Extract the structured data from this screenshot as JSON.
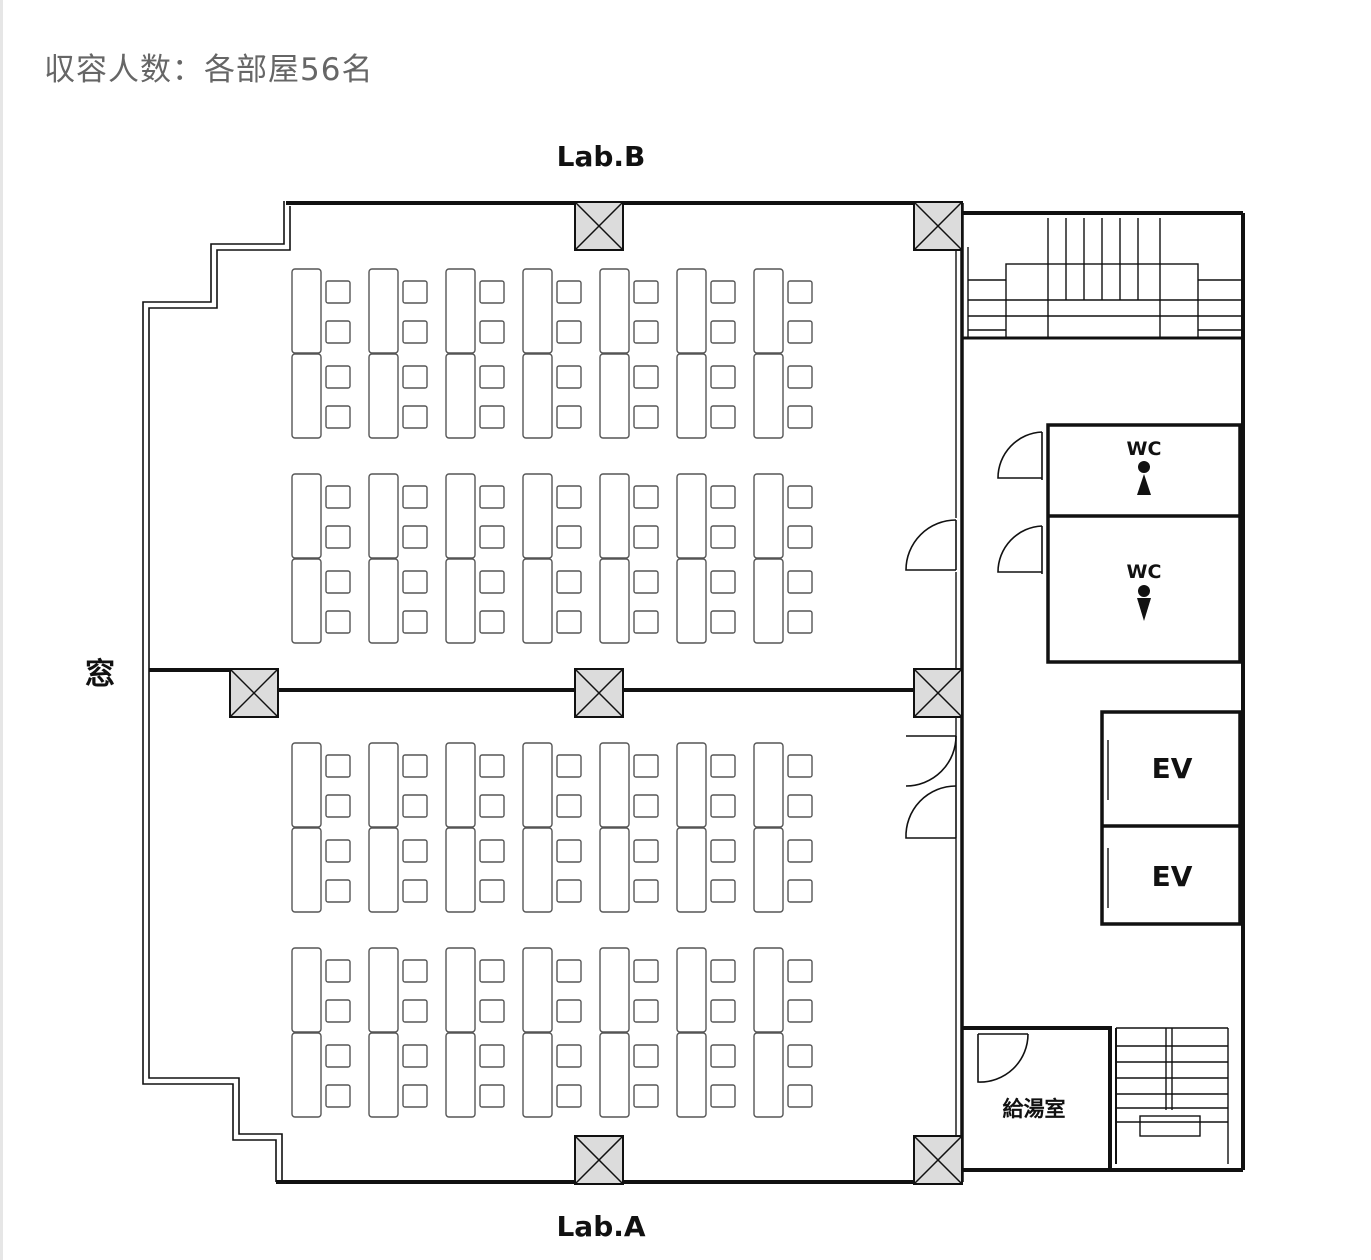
{
  "header": {
    "capacity_text": "収容人数：各部屋56名"
  },
  "labels": {
    "lab_b": "Lab.B",
    "lab_a": "Lab.A",
    "window": "窓",
    "wc_1": "WC",
    "wc_2": "WC",
    "ev_1": "EV",
    "ev_2": "EV",
    "kitchenette": "給湯室"
  },
  "colors": {
    "wall": "#111111",
    "desk_stroke": "#555555",
    "pillar_fill": "#dcdcdc",
    "caption": "#666666"
  },
  "icons": {
    "wc_1": "female-icon",
    "wc_2": "male-icon",
    "pillar": "pillar-cross-icon",
    "door": "door-swing-icon",
    "stairs": "stairs-icon"
  },
  "rooms": {
    "lab_b": {
      "table_columns": 7,
      "table_rows": 2
    },
    "lab_a": {
      "table_columns": 7,
      "table_rows": 2
    }
  }
}
